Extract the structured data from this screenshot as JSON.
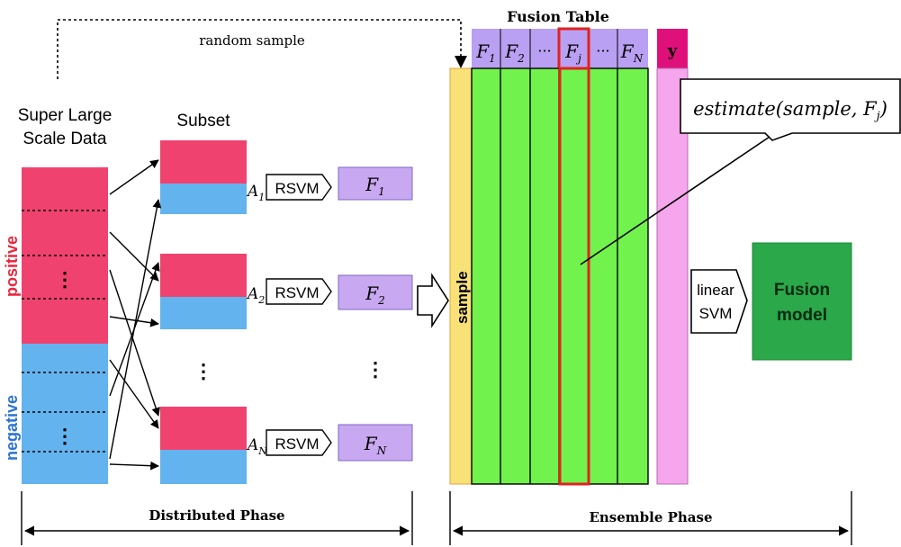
{
  "labels": {
    "random_sample": "random sample",
    "data_title_line1": "Super Large",
    "data_title_line2": "Scale Data",
    "positive": "positive",
    "negative": "negative",
    "subset_title": "Subset",
    "fusion_table_title": "Fusion Table",
    "sample": "sample",
    "estimate": "estimate(sample, F",
    "estimate_sub": "j",
    "estimate_close": ")",
    "linear": "linear",
    "svm": "SVM",
    "fusion_line1": "Fusion",
    "fusion_line2": "model",
    "distributed_phase": "Distributed Phase",
    "ensemble_phase": "Ensemble Phase",
    "vdots": "⋮",
    "y_label": "y"
  },
  "rows": [
    {
      "a_letter": "A",
      "a_sub": "1",
      "rsvm": "RSVM",
      "f_letter": "F",
      "f_sub": "1"
    },
    {
      "a_letter": "A",
      "a_sub": "2",
      "rsvm": "RSVM",
      "f_letter": "F",
      "f_sub": "2"
    },
    {
      "a_letter": "A",
      "a_sub": "N",
      "rsvm": "RSVM",
      "f_letter": "F",
      "f_sub": "N"
    }
  ],
  "fusion_columns": [
    {
      "letter": "F",
      "sub": "1"
    },
    {
      "letter": "F",
      "sub": "2"
    },
    {
      "letter": "···",
      "sub": ""
    },
    {
      "letter": "F",
      "sub": "j"
    },
    {
      "letter": "···",
      "sub": ""
    },
    {
      "letter": "F",
      "sub": "N"
    }
  ],
  "colors": {
    "positive": "#f0426f",
    "negative": "#63b3ee",
    "f_box": "#c8a8f0",
    "header": "#b9a0f2",
    "table_green": "#71f24d",
    "sample_yellow": "#f8e277",
    "y_column": "#f5a6ec",
    "y_header": "#e0107a",
    "highlight": "#e2221e",
    "fusion_model": "#2aa84a",
    "positive_text": "#e8263c",
    "negative_text": "#2b73d3"
  }
}
